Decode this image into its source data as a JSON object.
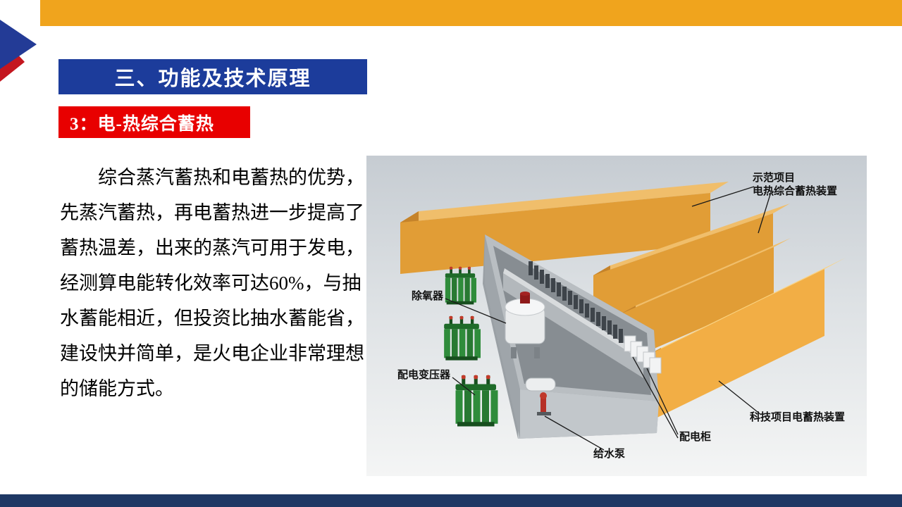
{
  "slide": {
    "header_title": "三、功能及技术原理",
    "badge_label": "3：电-热综合蓄热",
    "body_lines": [
      "综合蒸汽蓄热和电蓄热的优势，",
      "先蒸汽蓄热，再电蓄热进一步提高了",
      "蓄热温差，出来的蒸汽可用于发电，",
      "经测算电能转化效率可达60%，与抽",
      "水蓄能相近，但投资比抽水蓄能省，",
      "建设快并简单，是火电企业非常理想",
      "的储能方式。"
    ],
    "diagram_labels": {
      "demo_project_line1": "示范项目",
      "demo_project_line2": "电热综合蓄热装置",
      "deaerator": "除氧器",
      "transformer": "配电变压器",
      "feed_pump": "给水泵",
      "power_cabinet": "配电柜",
      "tech_project": "科技项目电蓄热装置"
    },
    "colors": {
      "top_bar": "#F0A41D",
      "header_bg": "#1C3C9B",
      "badge_bg": "#E80000",
      "bottom_bar": "#1F3864",
      "logo_blue": "#233B96",
      "logo_red": "#C4161F",
      "storage_box_orange": "#E19D36",
      "storage_box_yellow": "#F2AE45",
      "transformer_green": "#2F8C3B"
    }
  }
}
